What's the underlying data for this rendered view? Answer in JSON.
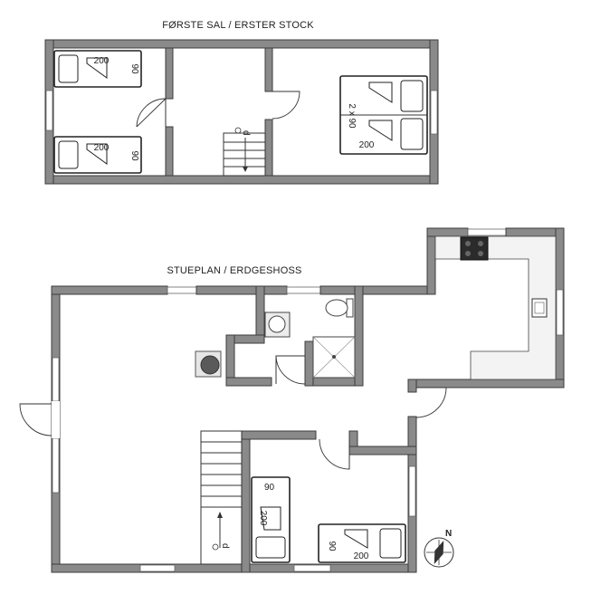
{
  "floors": {
    "upper": {
      "title": "FØRSTE SAL / ERSTER STOCK"
    },
    "ground": {
      "title": "STUEPLAN / ERDGESHOSS"
    }
  },
  "beds": {
    "upper_left_top": {
      "length": "200",
      "width": "90"
    },
    "upper_left_bottom": {
      "length": "200",
      "width": "90"
    },
    "upper_right": {
      "length": "200",
      "width": "2 x 90"
    },
    "ground_bedroom_1": {
      "length": "200",
      "width": "90"
    },
    "ground_bedroom_2": {
      "length": "200",
      "width": "90"
    }
  },
  "stairs": {
    "upper_label": "d",
    "upper_label_2": "o",
    "ground_label": "d",
    "ground_label_2": "o"
  },
  "compass": {
    "north": "N"
  },
  "colors": {
    "wall": "#8a8a8a",
    "wall_outline": "#3c3c3c",
    "stove": "#2b2b2b"
  }
}
